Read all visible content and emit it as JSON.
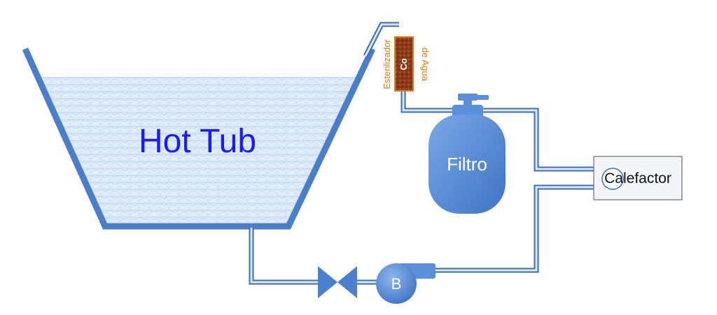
{
  "tub": {
    "label": "Hot Tub"
  },
  "filter": {
    "label": "Filtro"
  },
  "heater": {
    "label": "Calefactor"
  },
  "pump": {
    "label": "B"
  },
  "sterilizer": {
    "label_line1": "Esterilizador",
    "label_line2": "de Agua",
    "cartridge_label": "Co"
  },
  "colors": {
    "pipe": "#3b6eb4",
    "component_fill": "#5b8fd9",
    "tub_label": "#1a1aff",
    "sterilizer_label": "#e07a10",
    "cartridge_fill": "#8b3a1a"
  }
}
